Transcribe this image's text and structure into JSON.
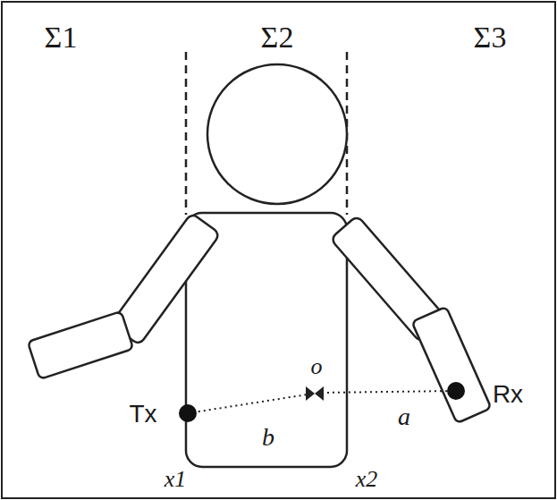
{
  "diagram": {
    "labels": [
      "Σ1",
      "Σ2",
      "Σ3",
      "Tx",
      "Rx",
      "o",
      "b",
      "a",
      "x1",
      "x2"
    ]
  }
}
